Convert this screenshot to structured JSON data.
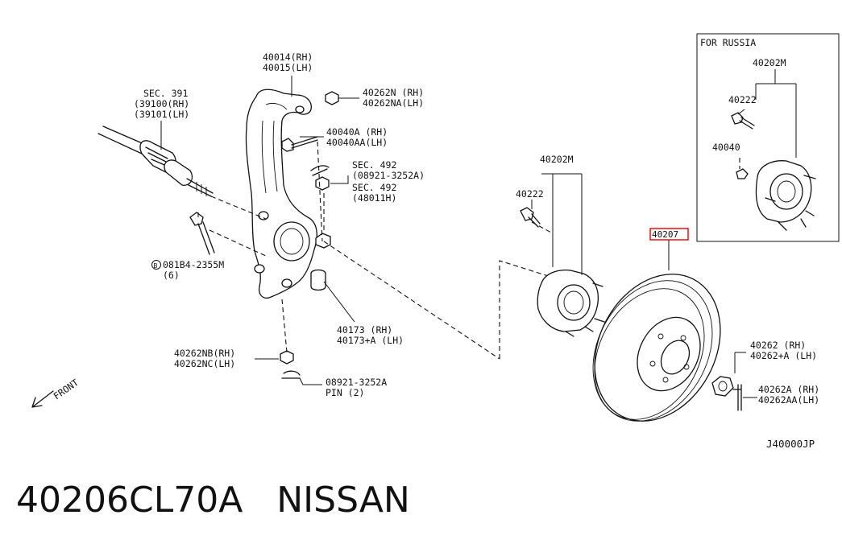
{
  "caption": "40206CL70A   NISSAN",
  "diagram_code": "J40000JP",
  "highlight_part": "40207",
  "inset_title": "FOR RUSSIA",
  "labels": {
    "knuckle_rh": "40014(RH)",
    "knuckle_lh": "40015(LH)",
    "sec391": "SEC. 391",
    "shaft_rh": "(39100(RH)",
    "shaft_lh": "(39101(LH)",
    "nut_n_rh": "40262N (RH)",
    "nut_na_lh": "40262NA(LH)",
    "bolt_a_rh": "40040A (RH)",
    "bolt_aa_lh": "40040AA(LH)",
    "sec492_a": "SEC. 492",
    "pin_a": "(08921-3252A)",
    "sec492_b": "SEC. 492",
    "sec492_b_sub": "(48011H)",
    "bolt_081b4": "081B4-2355M",
    "bolt_081b4_qty": "(6)",
    "bushing_rh": "40173  (RH)",
    "bushing_lh": "40173+A (LH)",
    "nut_nb_rh": "40262NB(RH)",
    "nut_nc_lh": "40262NC(LH)",
    "pin_part": "08921-3252A",
    "pin_qty": "PIN (2)",
    "front": "FRONT",
    "hub_main": "40202M",
    "stud_main": "40222",
    "rotor": "40207",
    "nut_262_rh": "40262   (RH)",
    "nut_262_lh": "40262+A (LH)",
    "nut_262a_rh": "40262A  (RH)",
    "nut_262aa_lh": "40262AA(LH)",
    "inset_hub": "40202M",
    "inset_stud": "40222",
    "inset_bolt": "40040"
  }
}
